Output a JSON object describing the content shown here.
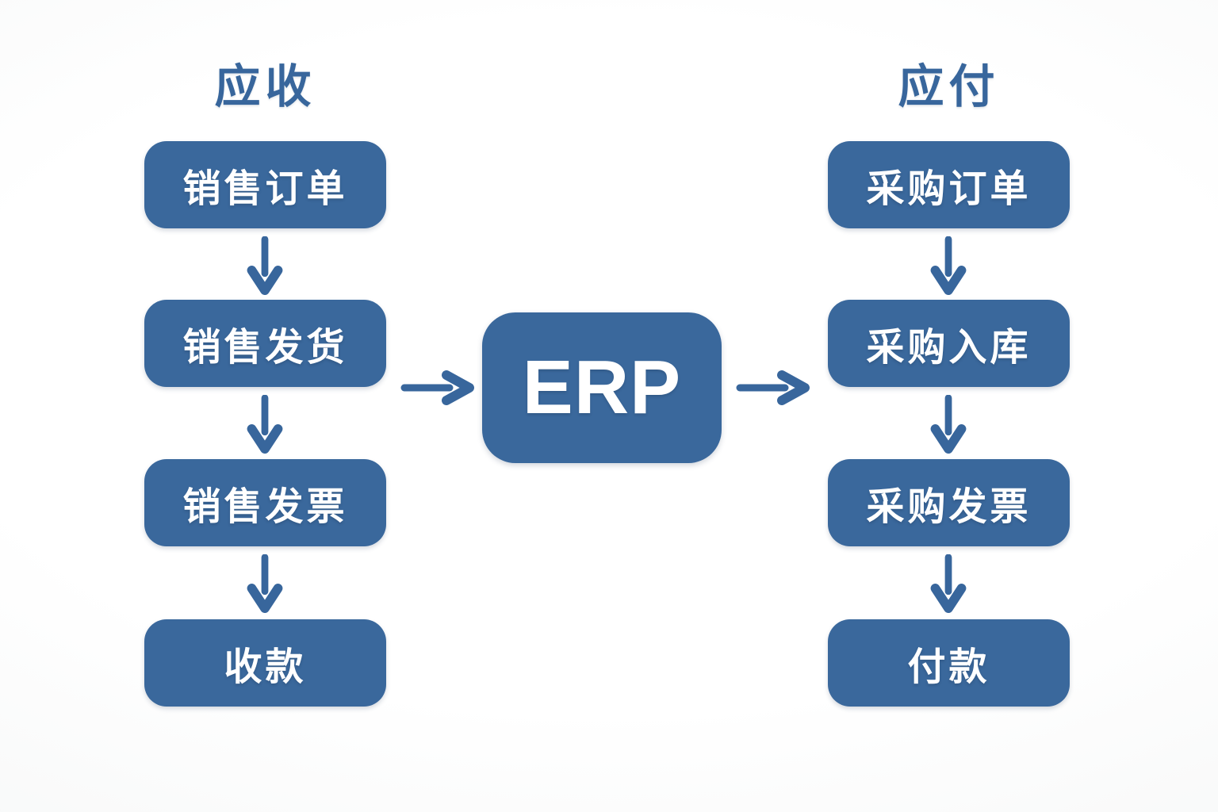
{
  "diagram": {
    "left_lane": {
      "title": "应收",
      "nodes": [
        {
          "label": "销售订单"
        },
        {
          "label": "销售发货"
        },
        {
          "label": "销售发票"
        },
        {
          "label": "收款"
        }
      ]
    },
    "center": {
      "label": "ERP"
    },
    "right_lane": {
      "title": "应付",
      "nodes": [
        {
          "label": "采购订单"
        },
        {
          "label": "采购入库"
        },
        {
          "label": "采购发票"
        },
        {
          "label": "付款"
        }
      ]
    },
    "colors": {
      "node_fill": "#3a689c",
      "node_text": "#ffffff",
      "arrow": "#38669c",
      "title_text": "#38669c",
      "background": "#fbfbfc"
    }
  }
}
